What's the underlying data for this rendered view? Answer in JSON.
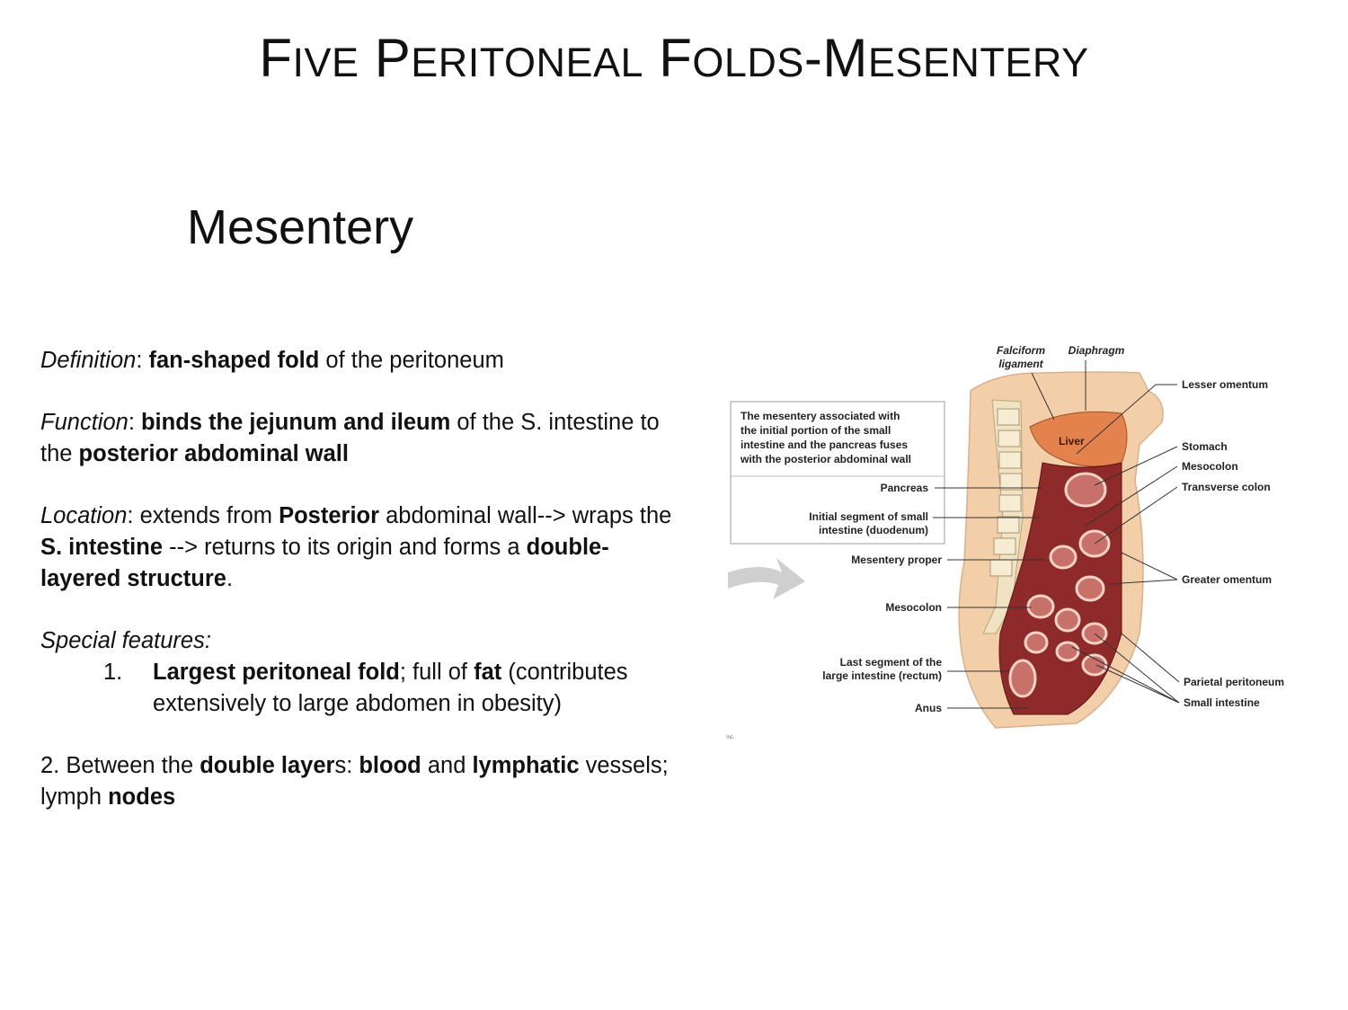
{
  "title": {
    "w1_cap": "F",
    "w1_rest": "IVE",
    "w2_cap": "P",
    "w2_rest": "ERITONEAL",
    "w3_cap": "F",
    "w3_rest": "OLDS",
    "dash": "-",
    "w4_cap": "M",
    "w4_rest": "ESENTERY"
  },
  "subtitle": "Mesentery",
  "definition": {
    "label": "Definition",
    "sep": ": ",
    "bold": "fan-shaped fold",
    "rest": " of the peritoneum"
  },
  "function": {
    "label": "Function",
    "sep": ": ",
    "bold1": "binds the jejunum and ileum",
    "mid": " of the S. intestine to the ",
    "bold2": "posterior abdominal wall"
  },
  "location": {
    "label": "Location",
    "sep": ": extends from ",
    "bold1": "Posterior",
    "t1": " abdominal wall--> wraps the ",
    "bold2": "S. intestine",
    "t2": " --> returns to its origin and forms a ",
    "bold3": "double-layered structure",
    "t3": "."
  },
  "special": {
    "label": "Special features:",
    "item1": {
      "num": "1.",
      "bold1": "Largest peritoneal fold",
      "t1": "; full of ",
      "bold2": "fat",
      "t2": " (contributes extensively to large abdomen in obesity)"
    },
    "item2": {
      "t0": "2. Between the ",
      "bold1": "double layer",
      "t1": "s: ",
      "bold2": "blood",
      "t2": " and ",
      "bold3": "lymphatic",
      "t3": " vessels; lymph ",
      "bold4": "nodes"
    }
  },
  "figure": {
    "callout": [
      "The mesentery associated with",
      "the initial portion of the small",
      "intestine and the pancreas fuses",
      "with the posterior abdominal wall"
    ],
    "left_labels": {
      "pancreas": "Pancreas",
      "initial1": "Initial segment of small",
      "initial2": "intestine (duodenum)",
      "mesentery": "Mesentery proper",
      "mesocolon": "Mesocolon",
      "last1": "Last segment of the",
      "last2": "large intestine (rectum)",
      "anus": "Anus"
    },
    "top_labels": {
      "falciform1": "Falciform",
      "falciform2": "ligament",
      "diaphragm": "Diaphragm"
    },
    "organ_label": "Liver",
    "right_labels": {
      "lesser": "Lesser omentum",
      "stomach": "Stomach",
      "mesocolon": "Mesocolon",
      "transverse": "Transverse colon",
      "greater": "Greater omentum",
      "parietal": "Parietal peritoneum",
      "small": "Small intestine"
    },
    "credit": "Inc.",
    "colors": {
      "skin": "#f3cfa9",
      "tissue": "#8e2a2a",
      "tissue_light": "#c8706a",
      "bone": "#efe3c4",
      "liver": "#e3824c"
    }
  }
}
